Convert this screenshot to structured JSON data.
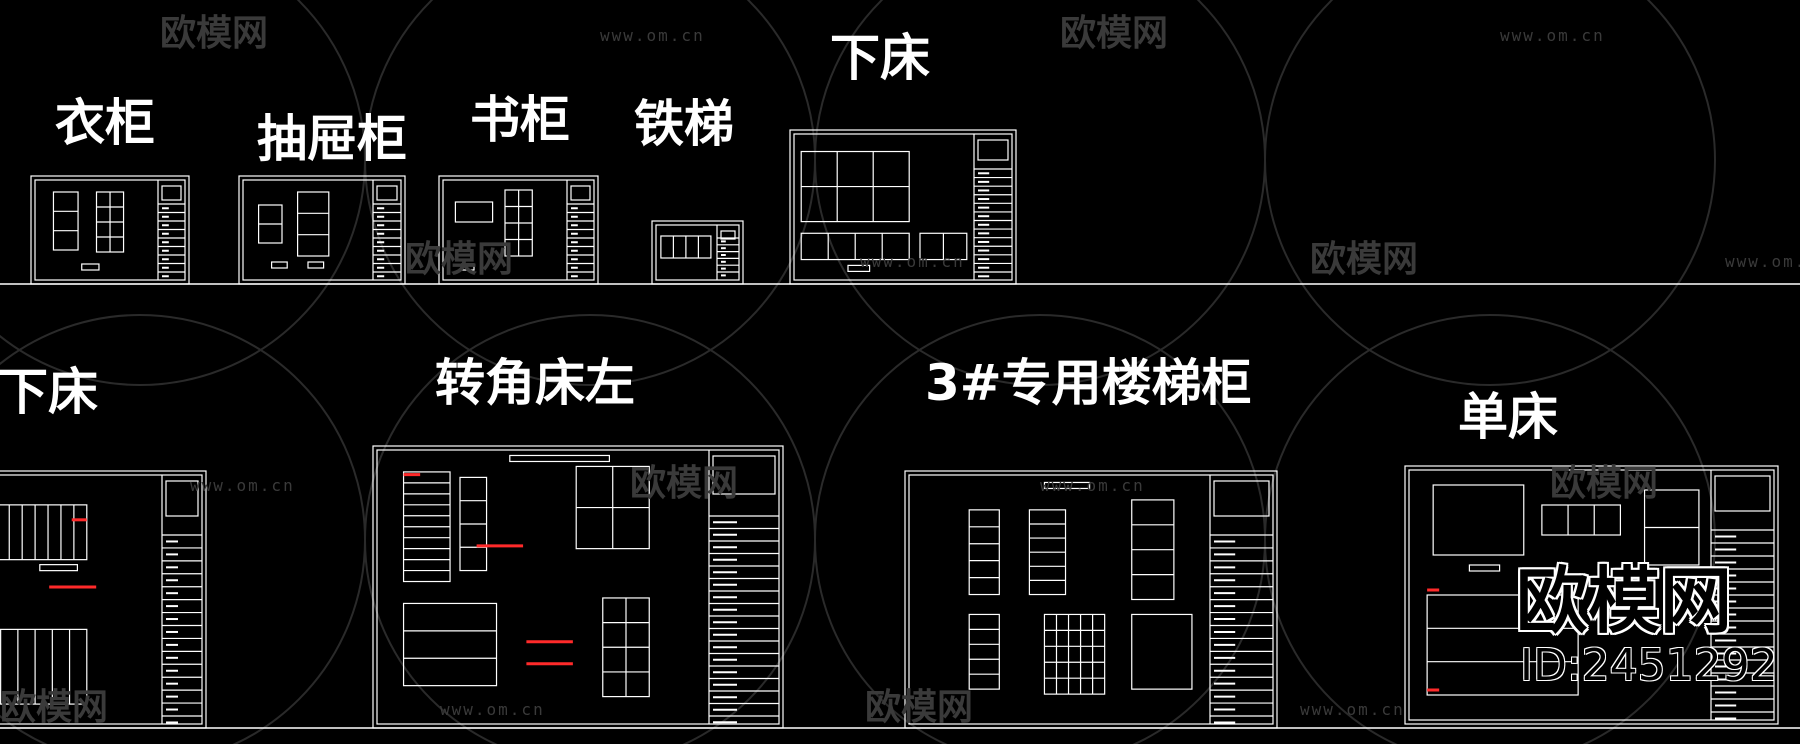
{
  "colors": {
    "background": "#000000",
    "line": "#ffffff",
    "dim": "#ff0000",
    "watermark": "#3a3a3a"
  },
  "watermark": {
    "brand": "欧模网",
    "url": "www.om.cn"
  },
  "row1": {
    "wardrobe": "衣柜",
    "drawer_cabinet": "抽屉柜",
    "bookcase": "书柜",
    "iron_ladder": "铁梯",
    "lower_bed": "下床"
  },
  "row2": {
    "lower_bed": "下床",
    "corner_bed_left": "转角床左",
    "stair_cabinet": "3#专用楼梯柜",
    "single_bed": "单床"
  },
  "brand_overlay": {
    "name": "欧模网",
    "id": "ID:2451292"
  }
}
